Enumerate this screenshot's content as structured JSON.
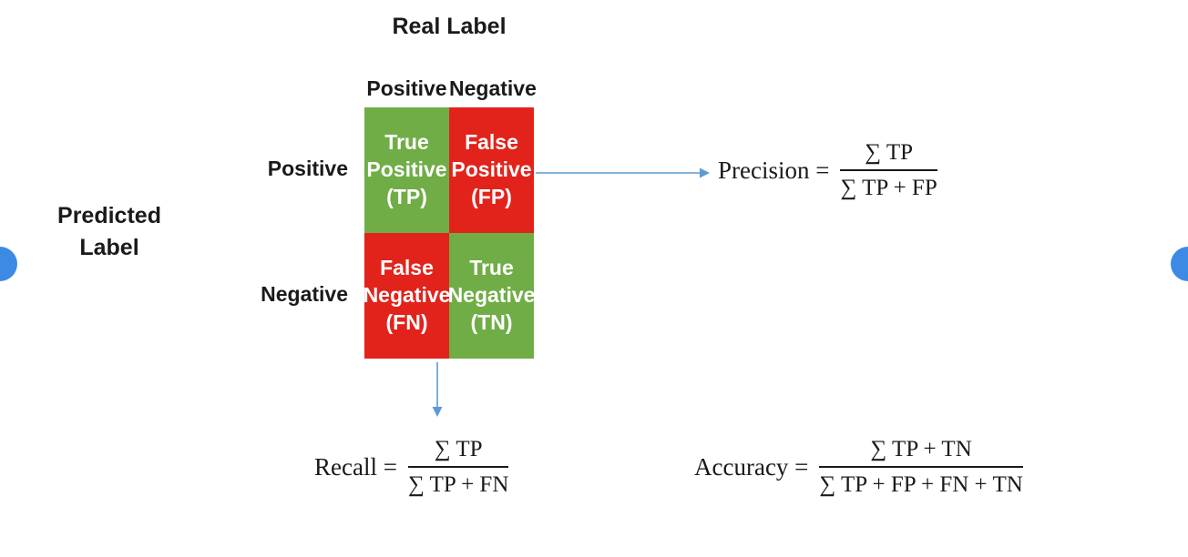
{
  "colors": {
    "green": "#70AD47",
    "red": "#E2231B",
    "arrow": "#5B9BD5",
    "nav_button": "#3D8AE5",
    "cell_text": "#FFFFFF",
    "label_text": "#1A1A1A"
  },
  "matrix": {
    "top_axis_title": "Real Label",
    "left_axis_title": "Predicted\nLabel",
    "col_headers": [
      "Positive",
      "Negative"
    ],
    "row_headers": [
      "Positive",
      "Negative"
    ],
    "cells": {
      "tp": {
        "label": "True\nPositive\n(TP)"
      },
      "fp": {
        "label": "False\nPositive\n(FP)"
      },
      "fn": {
        "label": "False\nNegative\n(FN)"
      },
      "tn": {
        "label": "True\nNegative\n(TN)"
      }
    }
  },
  "formulas": {
    "precision": {
      "lhs": "Precision =",
      "numerator": "∑ TP",
      "denominator": "∑ TP + FP"
    },
    "recall": {
      "lhs": "Recall =",
      "numerator": "∑ TP",
      "denominator": "∑ TP + FN"
    },
    "accuracy": {
      "lhs": "Accuracy =",
      "numerator": "∑ TP + TN",
      "denominator": "∑ TP + FP + FN + TN"
    }
  }
}
